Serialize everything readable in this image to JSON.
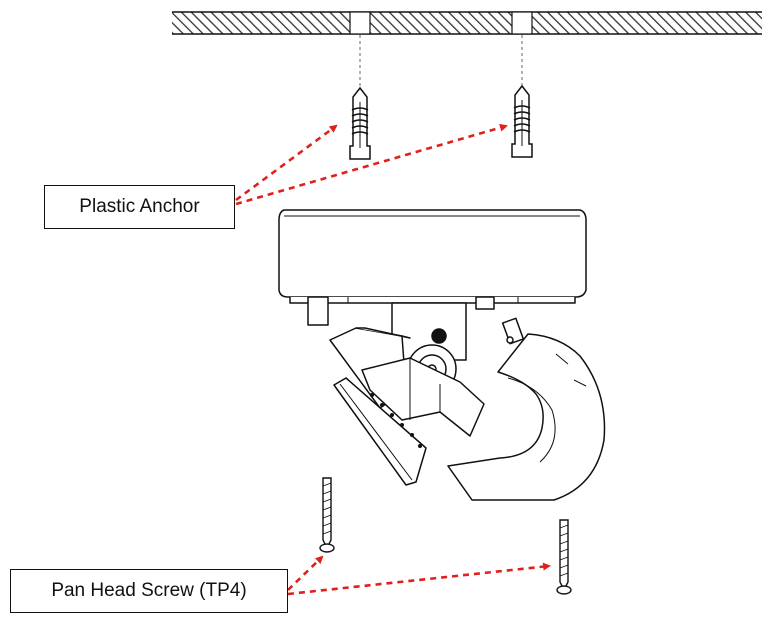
{
  "labels": {
    "plastic_anchor": "Plastic Anchor",
    "pan_head_screw": "Pan Head Screw (TP4)"
  },
  "colors": {
    "line": "#111111",
    "arrow": "#e0201b",
    "hatch": "#333333",
    "background": "#ffffff"
  },
  "icons": {
    "ceiling": "hatched-ceiling",
    "anchor": "plastic-anchor-icon",
    "screw": "pan-head-screw-icon",
    "camera": "dome-camera-icon"
  }
}
